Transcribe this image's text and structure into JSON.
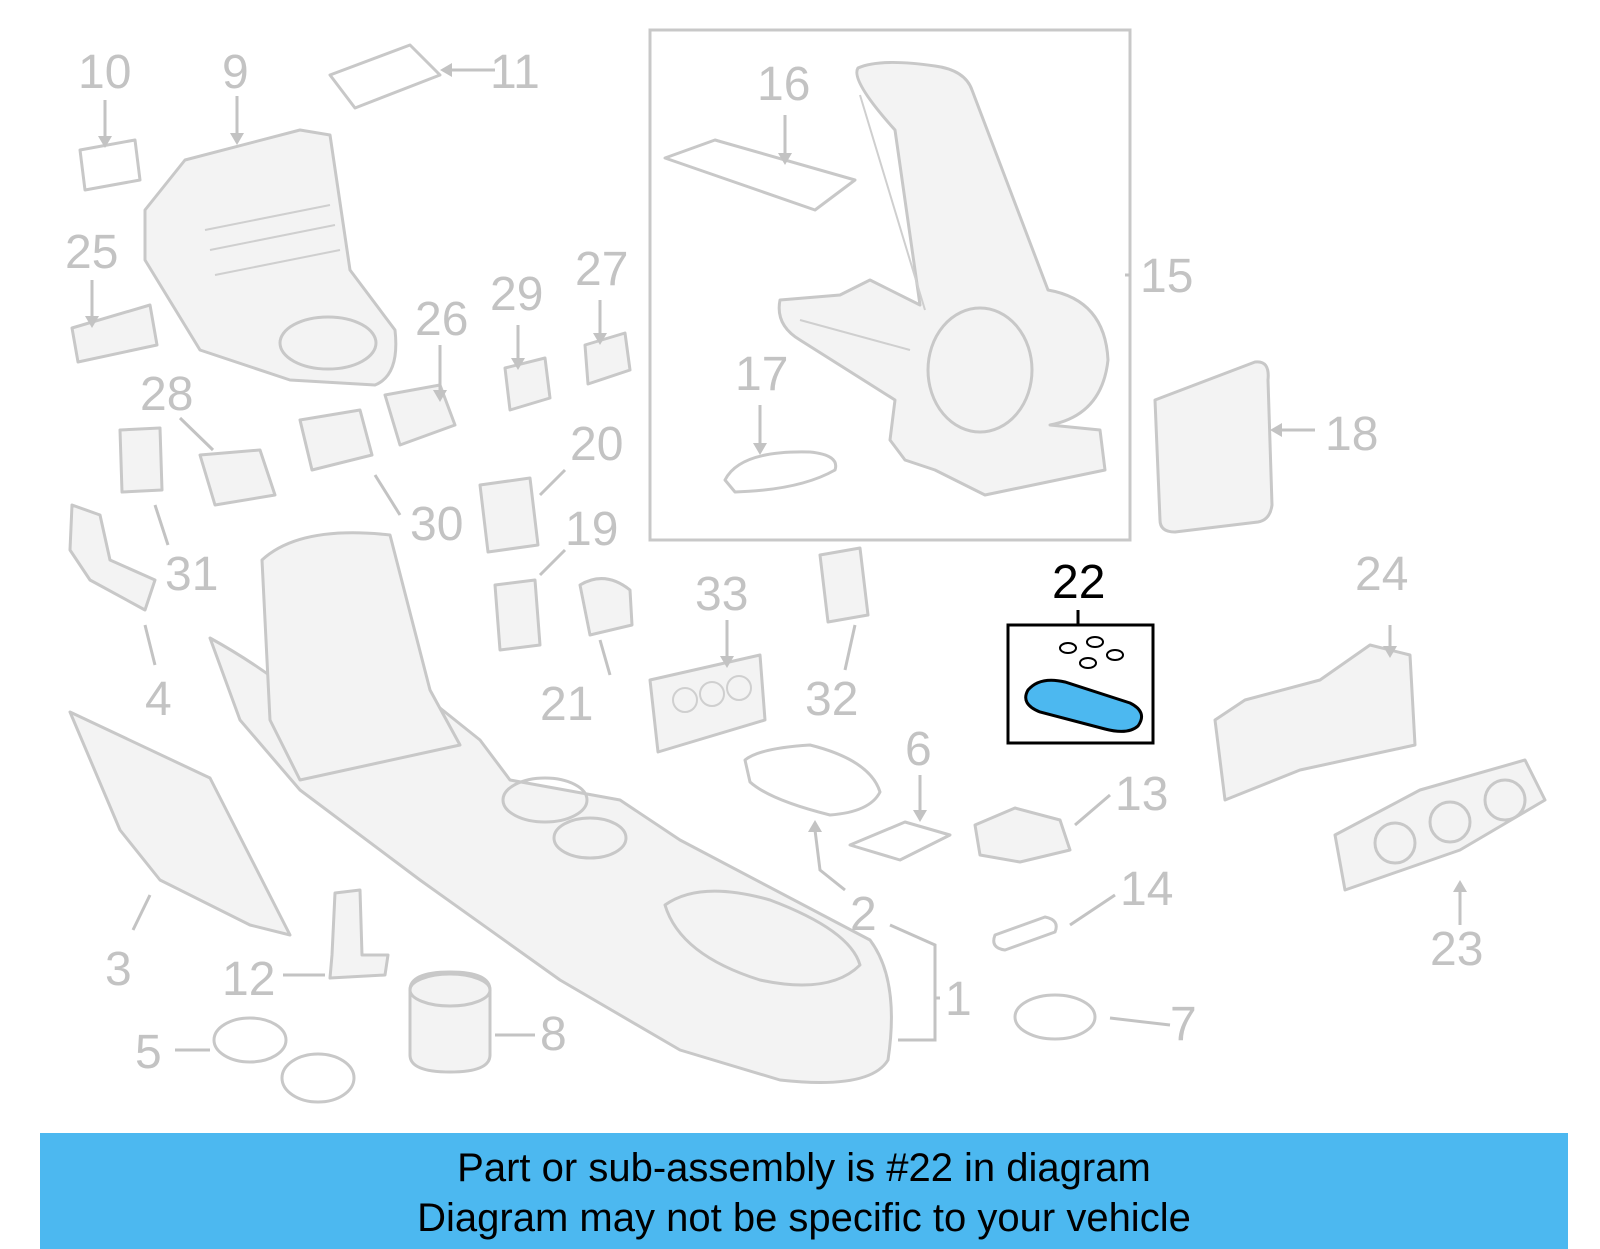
{
  "diagram": {
    "highlighted_part": "22",
    "callouts": [
      "1",
      "2",
      "3",
      "4",
      "5",
      "6",
      "7",
      "8",
      "9",
      "10",
      "11",
      "12",
      "13",
      "14",
      "15",
      "16",
      "17",
      "18",
      "19",
      "20",
      "21",
      "23",
      "24",
      "25",
      "26",
      "27",
      "28",
      "29",
      "30",
      "31",
      "32",
      "33"
    ],
    "colors": {
      "ghost": "#c8c8c8",
      "highlight": "#4cb8f0",
      "banner": "#4cb8f0"
    }
  },
  "banner": {
    "line1": "Part or sub-assembly is #22 in diagram",
    "line2": "Diagram may not be specific to your vehicle"
  }
}
